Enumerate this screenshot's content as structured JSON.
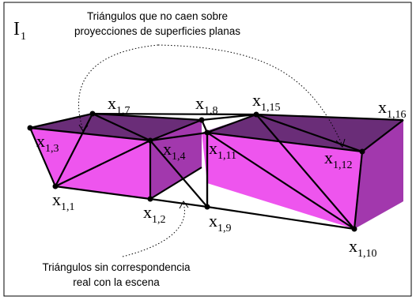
{
  "image_label": {
    "letter": "I",
    "subscript": "1"
  },
  "annotations": {
    "top": [
      "Triángulos que no caen sobre",
      "proyecciones de superficies planas"
    ],
    "bottom": [
      "Triángulos sin correspondencia",
      "real con la escena"
    ]
  },
  "points": [
    {
      "id": "x11",
      "main": "x",
      "sub": "1,1"
    },
    {
      "id": "x12",
      "main": "x",
      "sub": "1,2"
    },
    {
      "id": "x13",
      "main": "x",
      "sub": "1,3"
    },
    {
      "id": "x14",
      "main": "x",
      "sub": "1,4"
    },
    {
      "id": "x17",
      "main": "x",
      "sub": "1,7"
    },
    {
      "id": "x18",
      "main": "x",
      "sub": "1,8"
    },
    {
      "id": "x19",
      "main": "x",
      "sub": "1,9"
    },
    {
      "id": "x110",
      "main": "x",
      "sub": "1,10"
    },
    {
      "id": "x111",
      "main": "x",
      "sub": "1,11"
    },
    {
      "id": "x112",
      "main": "x",
      "sub": "1,12"
    },
    {
      "id": "x115",
      "main": "x",
      "sub": "1,15"
    },
    {
      "id": "x116",
      "main": "x",
      "sub": "1,16"
    }
  ],
  "colors": {
    "box_top": "#6a2d78",
    "box_front": "#ee55ee",
    "box_side": "#a238ad",
    "frame": "#000000"
  }
}
